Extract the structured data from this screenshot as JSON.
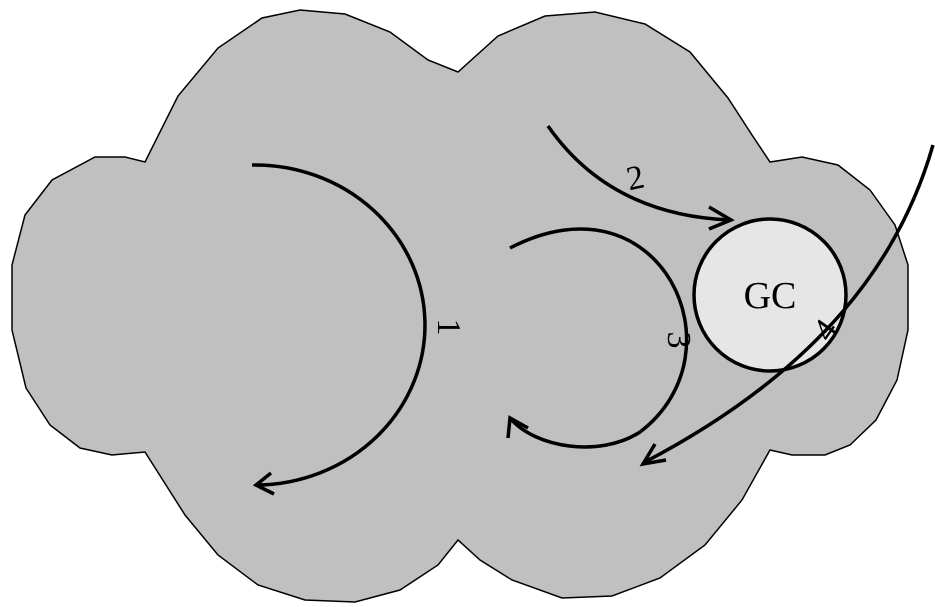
{
  "diagram": {
    "colors": {
      "cloud_fill": "#c0c0c0",
      "gc_fill": "#e6e6e6",
      "stroke": "#000000",
      "background": "#ffffff"
    },
    "nodes": {
      "gc": {
        "label": "GC"
      }
    },
    "arrows": [
      {
        "id": "arrow-1",
        "label": "1"
      },
      {
        "id": "arrow-2",
        "label": "2"
      },
      {
        "id": "arrow-3",
        "label": "3"
      },
      {
        "id": "arrow-4",
        "label": "4"
      }
    ]
  }
}
